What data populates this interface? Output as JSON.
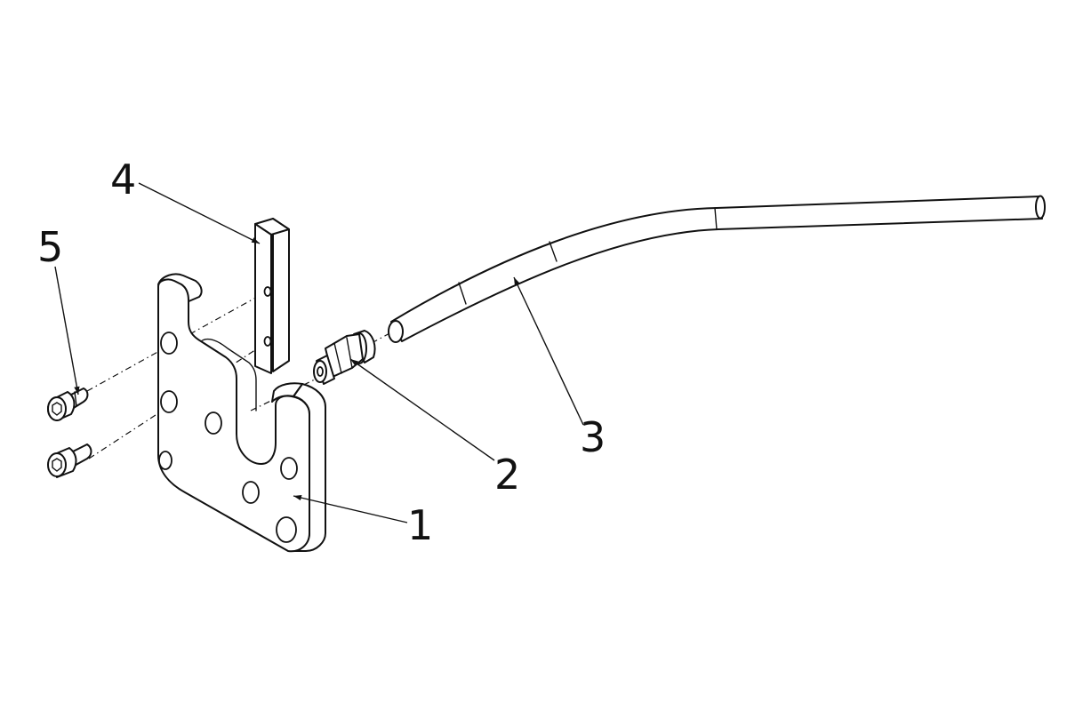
{
  "callouts": [
    {
      "id": "plate",
      "label": "1"
    },
    {
      "id": "fitting",
      "label": "2"
    },
    {
      "id": "tube",
      "label": "3"
    },
    {
      "id": "bar",
      "label": "4"
    },
    {
      "id": "screw",
      "label": "5"
    }
  ],
  "colors": {
    "line": "#111111",
    "fill": "#ffffff",
    "background": "#ffffff"
  }
}
